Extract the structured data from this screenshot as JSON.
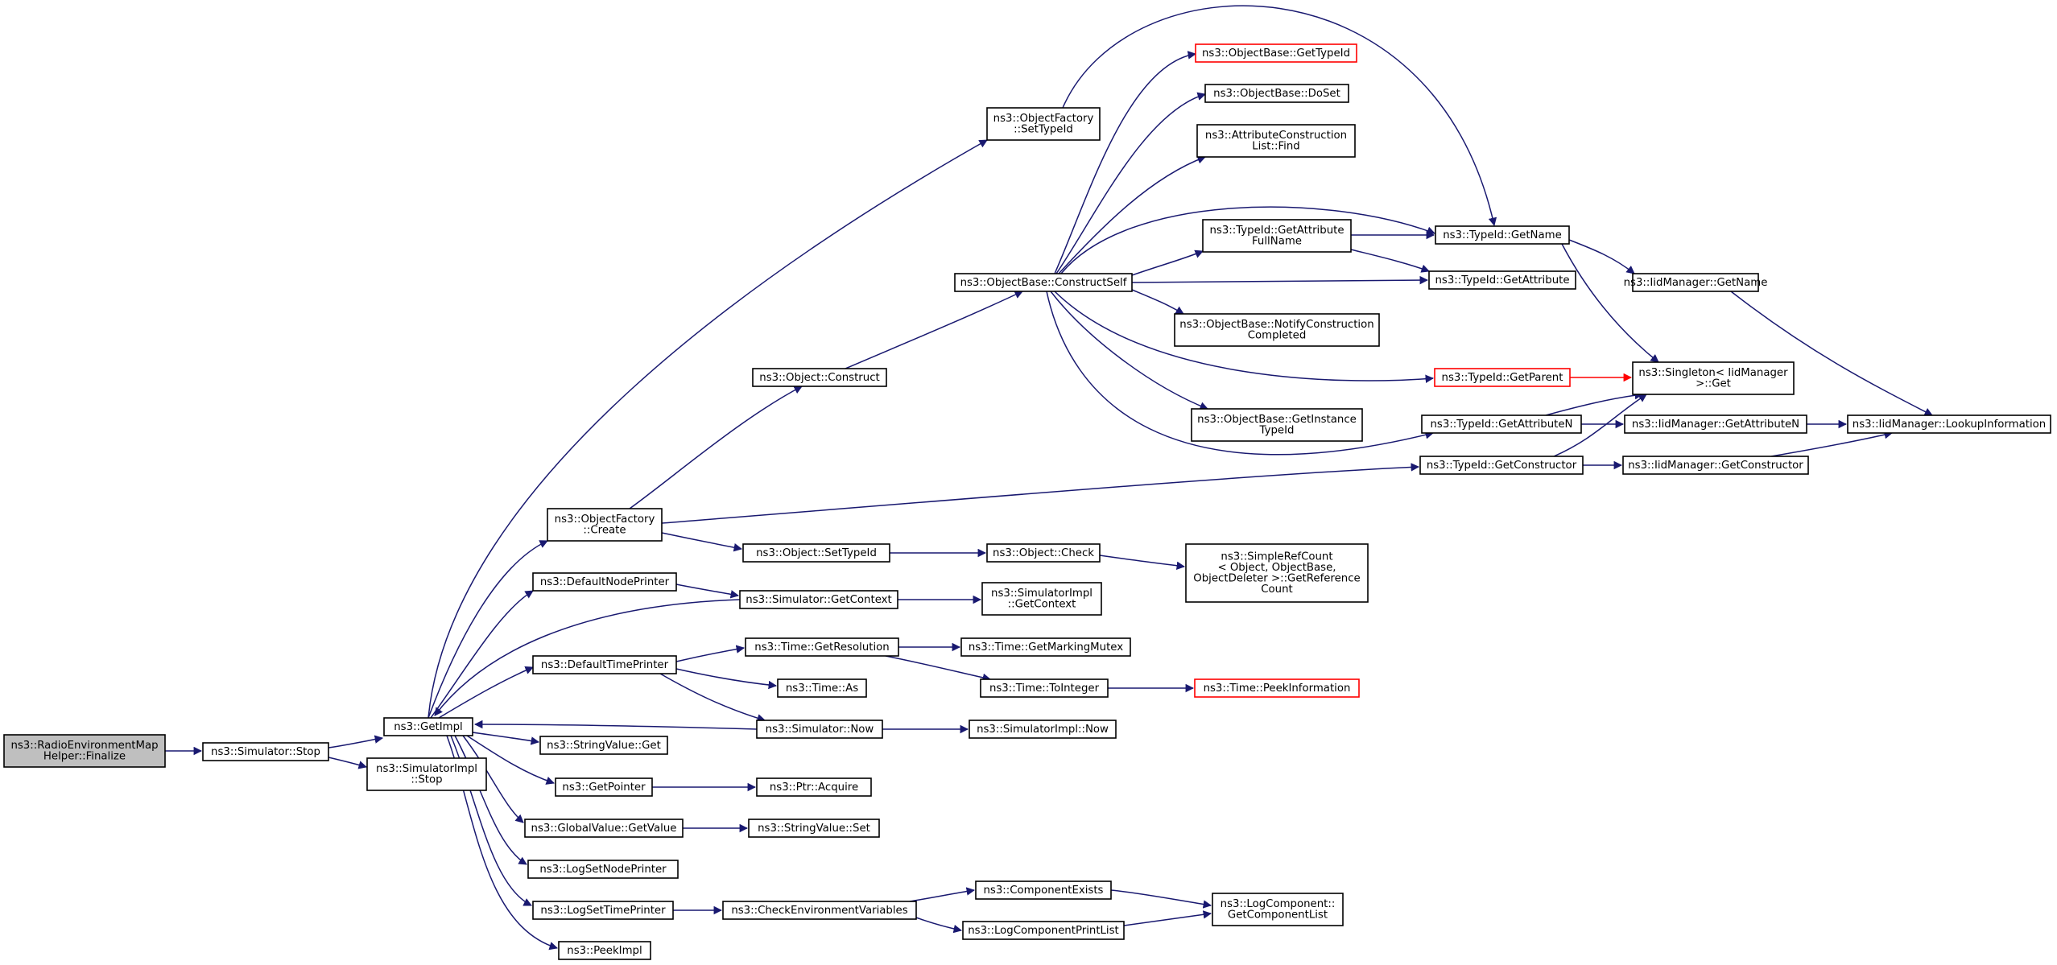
{
  "colors": {
    "edge": "#191970",
    "root_fill": "#bfbfbf",
    "node_fill": "#ffffff",
    "node_stroke": "#000000",
    "truncated_stroke": "#ff0000"
  },
  "nodes": {
    "finalize": [
      "ns3::RadioEnvironmentMap",
      "Helper::Finalize"
    ],
    "sim_stop": [
      "ns3::Simulator::Stop"
    ],
    "getimpl": [
      "ns3::GetImpl"
    ],
    "simimpl_stop": [
      "ns3::SimulatorImpl",
      "::Stop"
    ],
    "of_settypeid": [
      "ns3::ObjectFactory",
      "::SetTypeId"
    ],
    "ob_gettypeid": [
      "ns3::ObjectBase::GetTypeId"
    ],
    "ob_doset": [
      "ns3::ObjectBase::DoSet"
    ],
    "acl_find": [
      "ns3::AttributeConstruction",
      "List::Find"
    ],
    "tid_getattrfull": [
      "ns3::TypeId::GetAttribute",
      "FullName"
    ],
    "tid_getname": [
      "ns3::TypeId::GetName"
    ],
    "tid_getattribute": [
      "ns3::TypeId::GetAttribute"
    ],
    "ob_constructself": [
      "ns3::ObjectBase::ConstructSelf"
    ],
    "iid_getname": [
      "ns3::IidManager::GetName"
    ],
    "ob_notify": [
      "ns3::ObjectBase::NotifyConstruction",
      "Completed"
    ],
    "obj_construct": [
      "ns3::Object::Construct"
    ],
    "tid_getparent": [
      "ns3::TypeId::GetParent"
    ],
    "singleton_get": [
      "ns3::Singleton< IidManager",
      " >::Get"
    ],
    "ob_getinstance": [
      "ns3::ObjectBase::GetInstance",
      "TypeId"
    ],
    "tid_getattrn": [
      "ns3::TypeId::GetAttributeN"
    ],
    "iid_getattrn": [
      "ns3::IidManager::GetAttributeN"
    ],
    "iid_lookup": [
      "ns3::IidManager::LookupInformation"
    ],
    "tid_getconstructor": [
      "ns3::TypeId::GetConstructor"
    ],
    "iid_getconstructor": [
      "ns3::IidManager::GetConstructor"
    ],
    "of_create": [
      "ns3::ObjectFactory",
      "::Create"
    ],
    "obj_settypeid": [
      "ns3::Object::SetTypeId"
    ],
    "obj_check": [
      "ns3::Object::Check"
    ],
    "srefcount": [
      "ns3::SimpleRefCount",
      "< Object, ObjectBase,",
      " ObjectDeleter >::GetReference",
      "Count"
    ],
    "defnodeprinter": [
      "ns3::DefaultNodePrinter"
    ],
    "sim_getcontext": [
      "ns3::Simulator::GetContext"
    ],
    "simimpl_getcontext": [
      "ns3::SimulatorImpl",
      "::GetContext"
    ],
    "deftimeprinter": [
      "ns3::DefaultTimePrinter"
    ],
    "time_getres": [
      "ns3::Time::GetResolution"
    ],
    "time_getmarking": [
      "ns3::Time::GetMarkingMutex"
    ],
    "time_as": [
      "ns3::Time::As"
    ],
    "time_tointeger": [
      "ns3::Time::ToInteger"
    ],
    "time_peekinfo": [
      "ns3::Time::PeekInformation"
    ],
    "sim_now": [
      "ns3::Simulator::Now"
    ],
    "simimpl_now": [
      "ns3::SimulatorImpl::Now"
    ],
    "strval_get": [
      "ns3::StringValue::Get"
    ],
    "getpointer": [
      "ns3::GetPointer"
    ],
    "ptr_acquire": [
      "ns3::Ptr::Acquire"
    ],
    "gv_getvalue": [
      "ns3::GlobalValue::GetValue"
    ],
    "strval_set": [
      "ns3::StringValue::Set"
    ],
    "logsetnode": [
      "ns3::LogSetNodePrinter"
    ],
    "logsettime": [
      "ns3::LogSetTimePrinter"
    ],
    "checkenv": [
      "ns3::CheckEnvironmentVariables"
    ],
    "compexists": [
      "ns3::ComponentExists"
    ],
    "logcomp_getlist": [
      "ns3::LogComponent::",
      "GetComponentList"
    ],
    "logcompprint": [
      "ns3::LogComponentPrintList"
    ],
    "peekimpl": [
      "ns3::PeekImpl"
    ]
  }
}
